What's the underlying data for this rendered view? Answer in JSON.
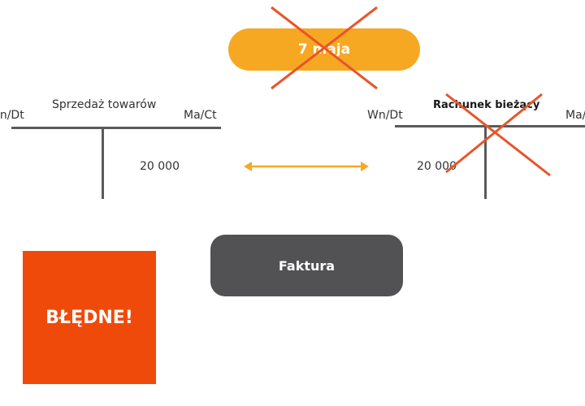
{
  "colors": {
    "accent_orange": "#F7A823",
    "error_red": "#F04A0A",
    "cross_red": "#E8552A",
    "box_dark": "#525254",
    "line_dark": "#5A5A5C"
  },
  "date_pill": {
    "label": "7 maja",
    "crossed_out": true
  },
  "left_account": {
    "title": "Sprzedaż towarów",
    "debit_label": "Wn/Dt",
    "credit_label": "Ma/Ct",
    "credit_amount": "20 000"
  },
  "right_account": {
    "title": "Rachunek bieżący",
    "debit_label": "Wn/Dt",
    "credit_label": "Ma/Ct",
    "debit_amount": "20 000",
    "crossed_out": true
  },
  "arrow": {
    "icon": "double-arrow-icon"
  },
  "invoice_box": {
    "label": "Faktura"
  },
  "error_badge": {
    "label": "BŁĘDNE!"
  }
}
